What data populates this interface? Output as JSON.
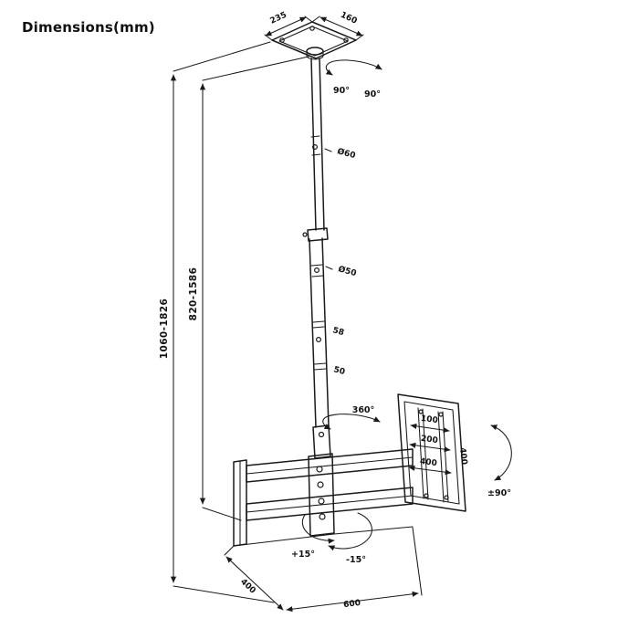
{
  "title": "Dimensions(mm)",
  "colors": {
    "line": "#1a1a1a",
    "background": "#ffffff"
  },
  "ceiling_plate": {
    "width_label": "235",
    "depth_label": "160"
  },
  "top_rotation": {
    "left_label": "90°",
    "right_label": "90°"
  },
  "pole": {
    "total_height_label": "1060-1826",
    "inner_height_label": "820-1586",
    "upper_diameter_label": "Ø60",
    "lower_diameter_label": "Ø50",
    "upper_detail_label": "58",
    "lower_detail_label": "50"
  },
  "head_rotation": {
    "label": "360°"
  },
  "vesa_bracket": {
    "dim_small": "100",
    "dim_medium": "200",
    "dim_large": "400",
    "side_height_label": "400"
  },
  "side_swivel": {
    "label": "±90°"
  },
  "tilt": {
    "up_label": "+15°",
    "down_label": "-15°"
  },
  "tv_bracket": {
    "width_label": "600",
    "height_label": "400"
  }
}
